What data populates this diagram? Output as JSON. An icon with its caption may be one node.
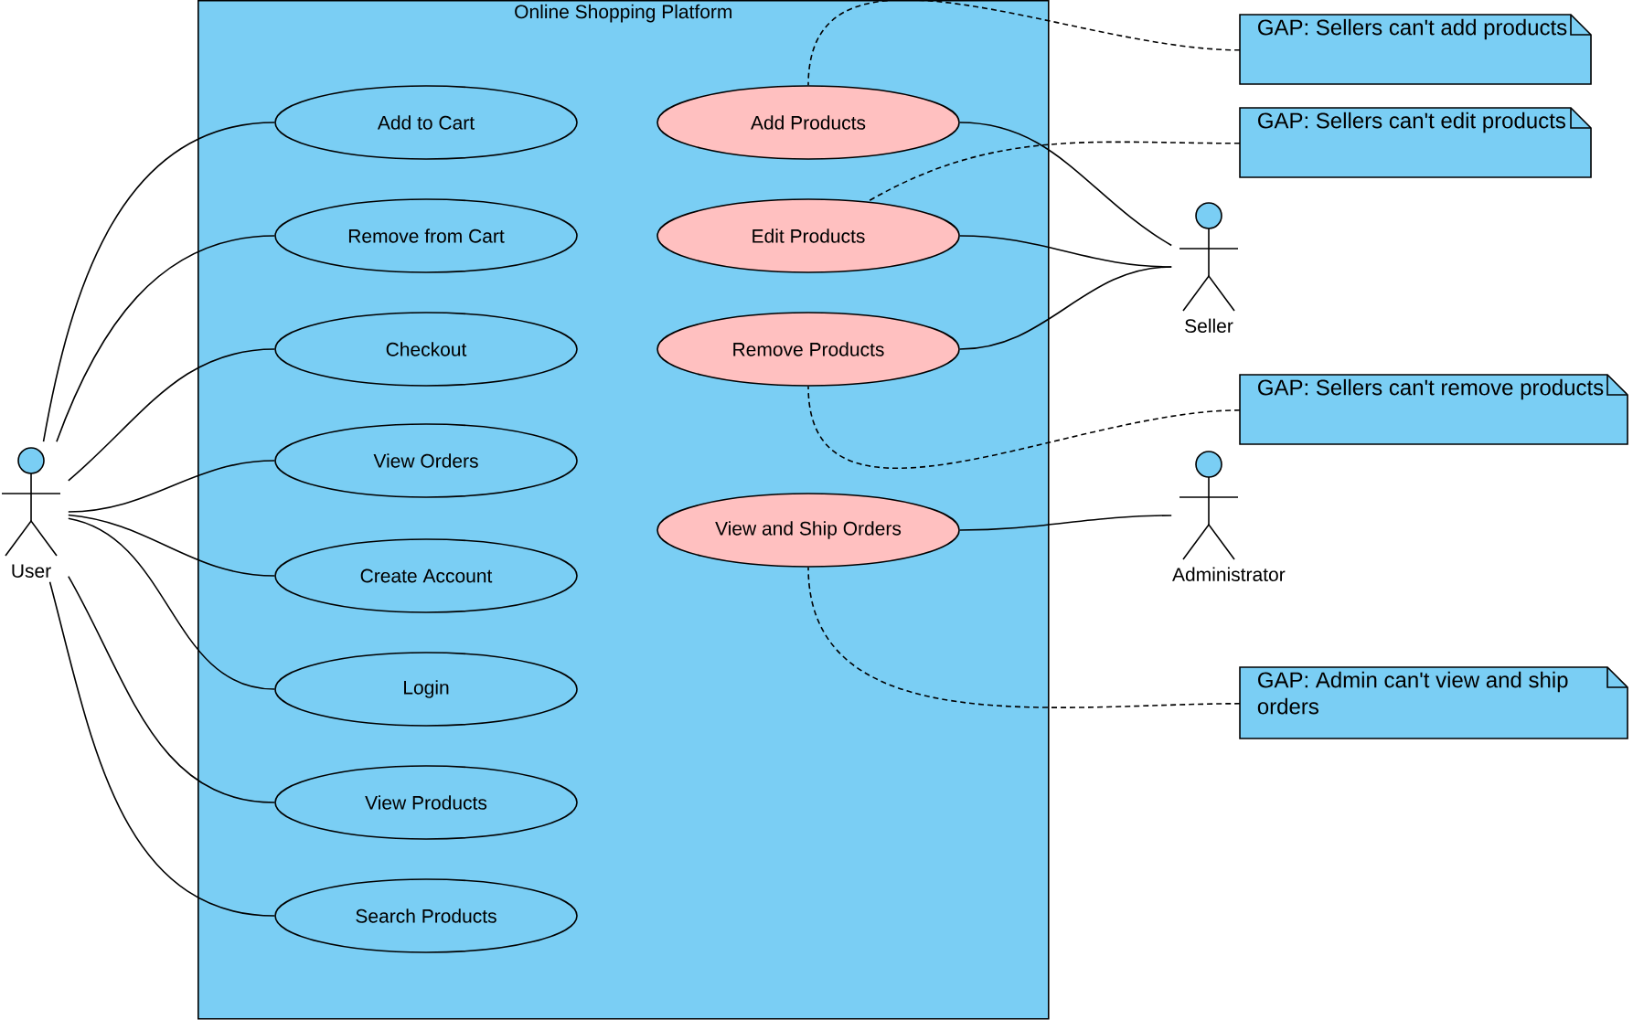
{
  "diagram": {
    "nodes": [
      {
        "text": [
          "Online Shopping Platform"
        ]
      },
      {
        "text": [
          "Add to Cart"
        ],
        "in": 0
      },
      {
        "text": [
          "Remove from Cart"
        ],
        "in": 0
      },
      {
        "text": [
          "Checkout"
        ],
        "in": 0
      },
      {
        "text": [
          "View Orders"
        ],
        "in": 0
      },
      {
        "text": [
          "Create Account"
        ],
        "in": 0
      },
      {
        "text": [
          "Login"
        ],
        "in": 0
      },
      {
        "text": [
          "View Products"
        ],
        "in": 0
      },
      {
        "text": [
          "Search Products"
        ],
        "in": 0
      },
      {
        "text": [
          "Add Products"
        ],
        "in": 0
      },
      {
        "text": [
          "Edit Products"
        ],
        "in": 0
      },
      {
        "text": [
          "Remove Products"
        ],
        "in": 0
      },
      {
        "text": [
          "View and Ship Orders"
        ],
        "in": 0
      },
      {
        "text": [
          "User"
        ]
      },
      {
        "text": [
          "Seller"
        ]
      },
      {
        "text": [
          "Administrator"
        ]
      },
      {
        "text": [
          "GAP: Sellers can't add products"
        ]
      },
      {
        "text": [
          "GAP: Sellers can't edit products"
        ]
      },
      {
        "text": [
          "GAP: Sellers can't remove products"
        ]
      },
      {
        "text": [
          "GAP: Admin can't view and ship orders"
        ]
      }
    ],
    "edges": [
      {
        "from": 13,
        "to": 1,
        "arrow": "none"
      },
      {
        "from": 13,
        "to": 2,
        "arrow": "none"
      },
      {
        "from": 13,
        "to": 3,
        "arrow": "none"
      },
      {
        "from": 13,
        "to": 4,
        "arrow": "none"
      },
      {
        "from": 13,
        "to": 5,
        "arrow": "none"
      },
      {
        "from": 13,
        "to": 6,
        "arrow": "none"
      },
      {
        "from": 13,
        "to": 7,
        "arrow": "none"
      },
      {
        "from": 13,
        "to": 8,
        "arrow": "none"
      },
      {
        "from": 9,
        "to": 14,
        "arrow": "none"
      },
      {
        "from": 10,
        "to": 14,
        "arrow": "none"
      },
      {
        "from": 11,
        "to": 14,
        "arrow": "none"
      },
      {
        "from": 12,
        "to": 15,
        "arrow": "none"
      },
      {
        "from": 16,
        "to": 9,
        "arrow": "none",
        "style": "dashed"
      },
      {
        "from": 17,
        "to": 10,
        "arrow": "none",
        "style": "dashed"
      },
      {
        "from": 18,
        "to": 11,
        "arrow": "none",
        "style": "dashed"
      },
      {
        "from": 19,
        "to": 12,
        "arrow": "none",
        "style": "dashed"
      }
    ]
  }
}
